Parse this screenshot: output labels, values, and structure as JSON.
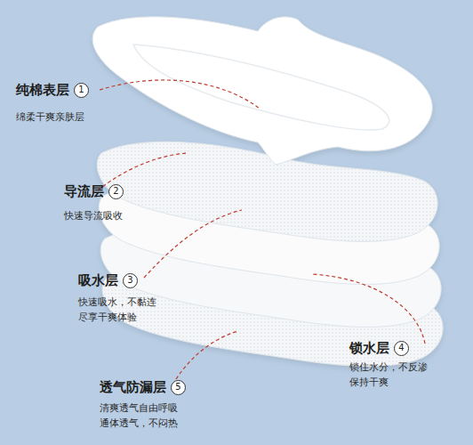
{
  "diagram": {
    "nodes": [
      {
        "text": [
          "1"
        ]
      },
      {
        "text": [
          "2"
        ]
      },
      {
        "text": [
          "3"
        ]
      },
      {
        "text": [
          "4"
        ]
      },
      {
        "text": [
          "5"
        ]
      }
    ],
    "labels": [
      "纯棉表层",
      "绵柔干爽亲肤层",
      "导流层",
      "快速导流吸收",
      "吸水层",
      "快速吸水，不黏连 尽享干爽体验",
      "锁水层",
      "锁住水分，不反渗 保持干爽",
      "透气防漏层",
      "清爽透气自由呼吸 通体透气，不闷热"
    ]
  }
}
